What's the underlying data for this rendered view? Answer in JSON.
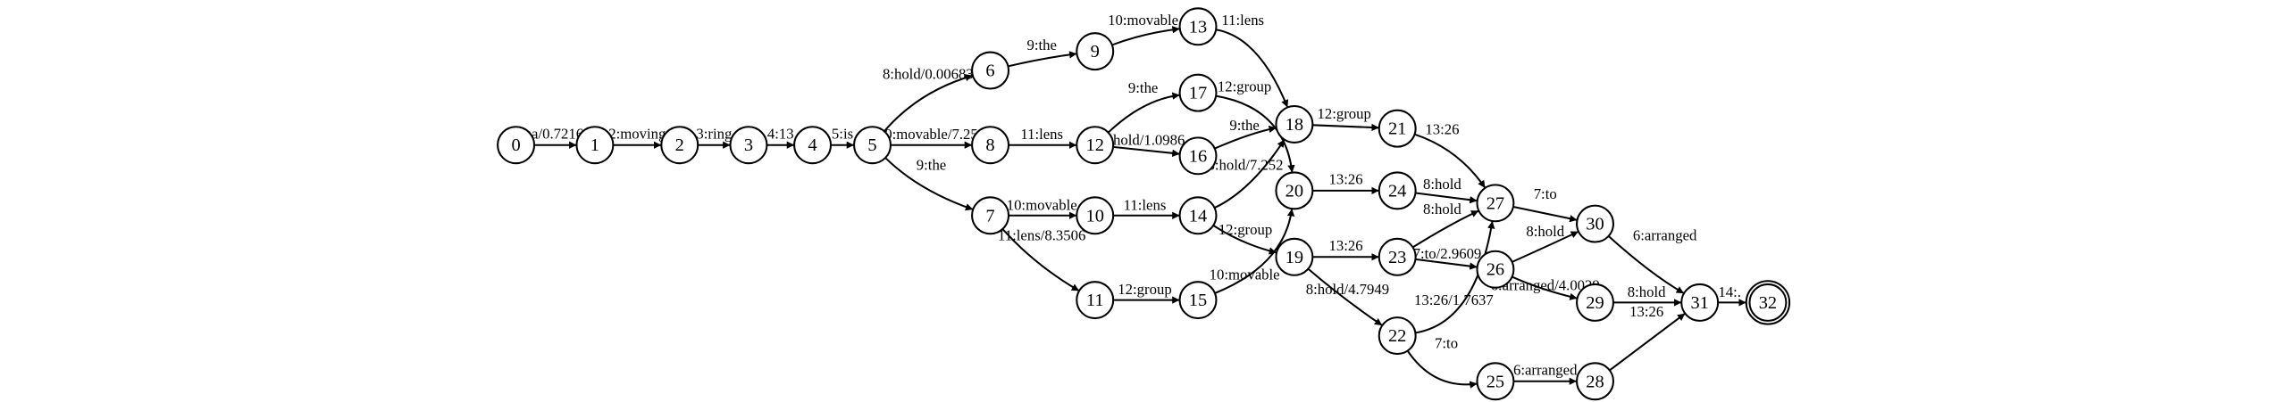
{
  "diagram": {
    "initial_state": "0",
    "final_states": [
      "32"
    ],
    "nodes": [
      {
        "id": "0",
        "label": "0"
      },
      {
        "id": "1",
        "label": "1"
      },
      {
        "id": "2",
        "label": "2"
      },
      {
        "id": "3",
        "label": "3"
      },
      {
        "id": "4",
        "label": "4"
      },
      {
        "id": "5",
        "label": "5"
      },
      {
        "id": "6",
        "label": "6"
      },
      {
        "id": "7",
        "label": "7"
      },
      {
        "id": "8",
        "label": "8"
      },
      {
        "id": "9",
        "label": "9"
      },
      {
        "id": "10",
        "label": "10"
      },
      {
        "id": "11",
        "label": "11"
      },
      {
        "id": "12",
        "label": "12"
      },
      {
        "id": "13",
        "label": "13"
      },
      {
        "id": "14",
        "label": "14"
      },
      {
        "id": "15",
        "label": "15"
      },
      {
        "id": "16",
        "label": "16"
      },
      {
        "id": "17",
        "label": "17"
      },
      {
        "id": "18",
        "label": "18"
      },
      {
        "id": "19",
        "label": "19"
      },
      {
        "id": "20",
        "label": "20"
      },
      {
        "id": "21",
        "label": "21"
      },
      {
        "id": "22",
        "label": "22"
      },
      {
        "id": "23",
        "label": "23"
      },
      {
        "id": "24",
        "label": "24"
      },
      {
        "id": "25",
        "label": "25"
      },
      {
        "id": "26",
        "label": "26"
      },
      {
        "id": "27",
        "label": "27"
      },
      {
        "id": "28",
        "label": "28"
      },
      {
        "id": "29",
        "label": "29"
      },
      {
        "id": "30",
        "label": "30"
      },
      {
        "id": "31",
        "label": "31"
      },
      {
        "id": "32",
        "label": "32"
      }
    ],
    "edges": [
      {
        "from": "0",
        "to": "1",
        "label": "1:a/0.72168"
      },
      {
        "from": "1",
        "to": "2",
        "label": "2:moving"
      },
      {
        "from": "2",
        "to": "3",
        "label": "3:ring"
      },
      {
        "from": "3",
        "to": "4",
        "label": "4:13"
      },
      {
        "from": "4",
        "to": "5",
        "label": "5:is"
      },
      {
        "from": "5",
        "to": "6",
        "label": "8:hold/0.0068359"
      },
      {
        "from": "5",
        "to": "8",
        "label": "10:movable/7.252"
      },
      {
        "from": "5",
        "to": "7",
        "label": "9:the"
      },
      {
        "from": "6",
        "to": "9",
        "label": "9:the"
      },
      {
        "from": "9",
        "to": "13",
        "label": "10:movable"
      },
      {
        "from": "13",
        "to": "18",
        "label": "11:lens"
      },
      {
        "from": "8",
        "to": "12",
        "label": "11:lens"
      },
      {
        "from": "12",
        "to": "17",
        "label": "9:the"
      },
      {
        "from": "12",
        "to": "16",
        "label": "8:hold/1.0986"
      },
      {
        "from": "17",
        "to": "20",
        "label": "12:group"
      },
      {
        "from": "16",
        "to": "18",
        "label": "9:the"
      },
      {
        "from": "7",
        "to": "10",
        "label": "10:movable"
      },
      {
        "from": "7",
        "to": "11",
        "label": "11:lens/8.3506"
      },
      {
        "from": "10",
        "to": "14",
        "label": "11:lens"
      },
      {
        "from": "14",
        "to": "18",
        "label": "8:hold/7.252"
      },
      {
        "from": "14",
        "to": "19",
        "label": "12:group"
      },
      {
        "from": "11",
        "to": "15",
        "label": "12:group"
      },
      {
        "from": "15",
        "to": "20",
        "label": "10:movable"
      },
      {
        "from": "18",
        "to": "21",
        "label": "12:group"
      },
      {
        "from": "20",
        "to": "24",
        "label": "13:26"
      },
      {
        "from": "19",
        "to": "23",
        "label": "13:26"
      },
      {
        "from": "19",
        "to": "22",
        "label": "8:hold/4.7949"
      },
      {
        "from": "21",
        "to": "27",
        "label": "13:26"
      },
      {
        "from": "24",
        "to": "27",
        "label": "8:hold"
      },
      {
        "from": "23",
        "to": "27",
        "label": "8:hold"
      },
      {
        "from": "23",
        "to": "26",
        "label": "7:to/2.9609"
      },
      {
        "from": "22",
        "to": "27",
        "label": "13:26/1.7637"
      },
      {
        "from": "22",
        "to": "25",
        "label": "7:to"
      },
      {
        "from": "27",
        "to": "30",
        "label": "7:to"
      },
      {
        "from": "26",
        "to": "30",
        "label": "8:hold"
      },
      {
        "from": "26",
        "to": "29",
        "label": "6:arranged/4.0029"
      },
      {
        "from": "25",
        "to": "28",
        "label": "6:arranged"
      },
      {
        "from": "30",
        "to": "31",
        "label": "6:arranged"
      },
      {
        "from": "29",
        "to": "31",
        "label": "8:hold"
      },
      {
        "from": "28",
        "to": "31",
        "label": "13:26"
      },
      {
        "from": "31",
        "to": "32",
        "label": "14:."
      }
    ]
  }
}
